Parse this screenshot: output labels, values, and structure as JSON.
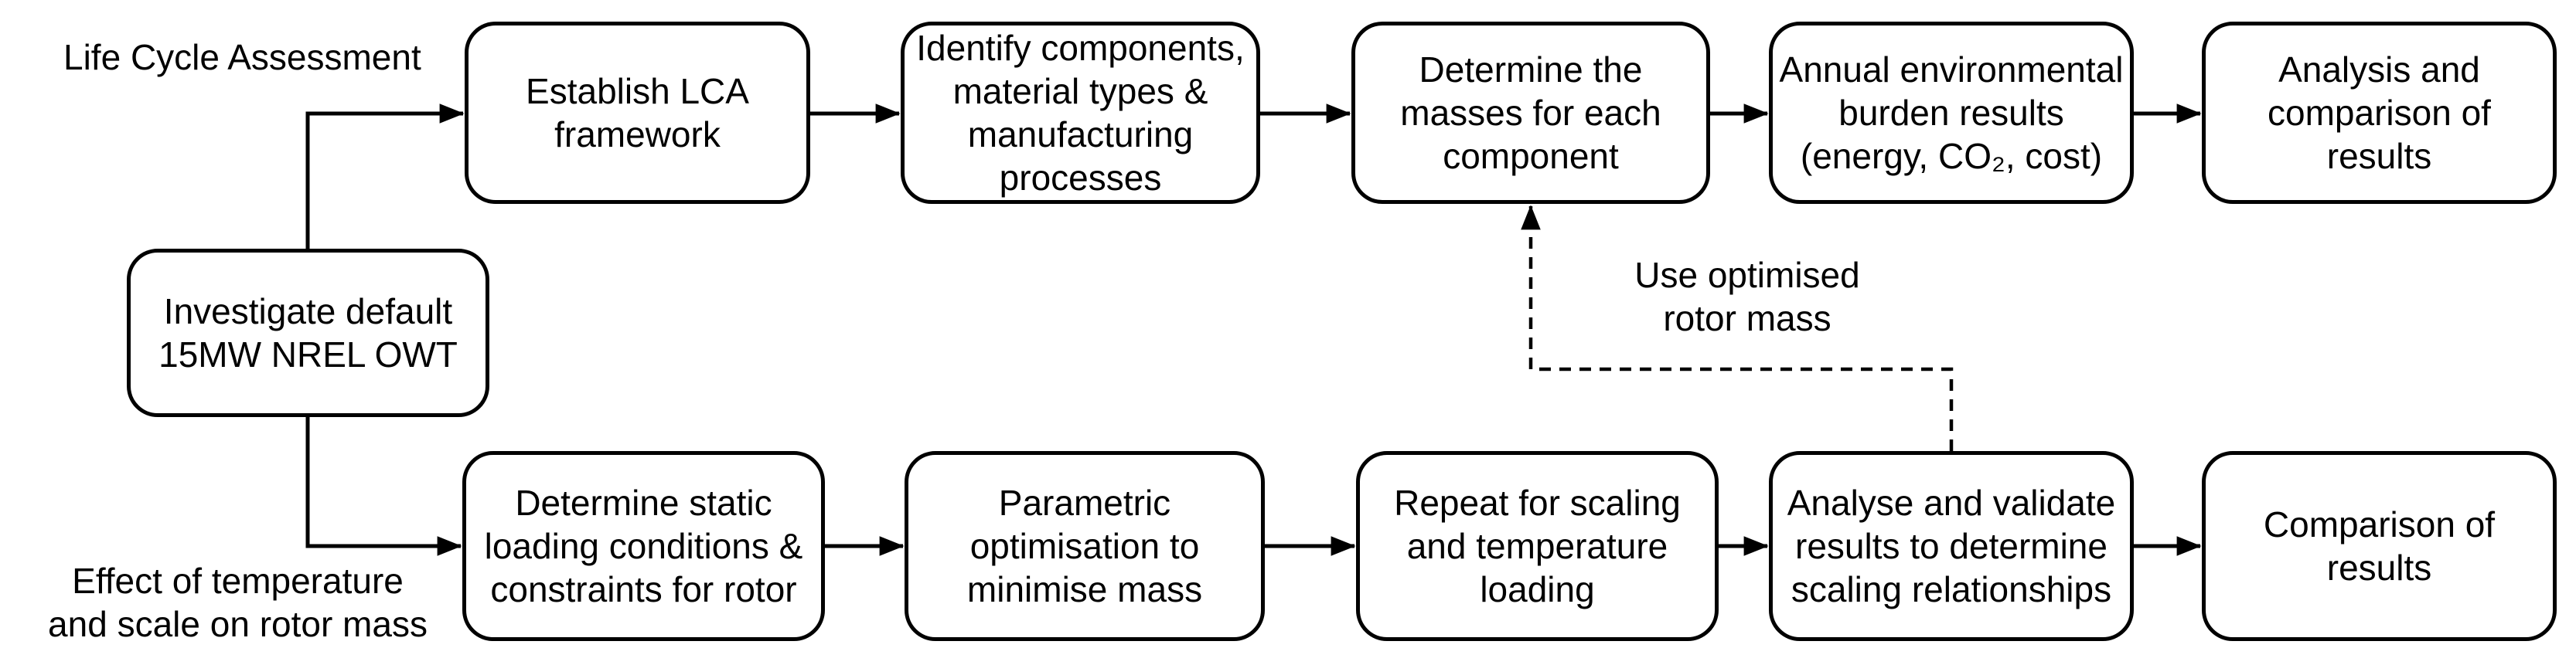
{
  "colors": {
    "background": "#ffffff",
    "ink": "#000000"
  },
  "track_labels": {
    "top": "Life Cycle Assessment",
    "bottom": "Effect of temperature\nand scale on rotor mass"
  },
  "root_node": {
    "label": "Investigate default\n15MW NREL OWT"
  },
  "top_row": {
    "nodes": [
      {
        "label": "Establish LCA\nframework"
      },
      {
        "label": "Identify components,\nmaterial types &\nmanufacturing\nprocesses"
      },
      {
        "label": "Determine the\nmasses for each\ncomponent"
      },
      {
        "label": "Annual environmental\nburden results\n(energy, CO₂, cost)"
      },
      {
        "label": "Analysis and\ncomparison of results"
      }
    ]
  },
  "bottom_row": {
    "nodes": [
      {
        "label": "Determine static\nloading conditions &\nconstraints for rotor"
      },
      {
        "label": "Parametric\noptimisation to\nminimise mass"
      },
      {
        "label": "Repeat for scaling\nand temperature\nloading"
      },
      {
        "label": "Analyse and validate\nresults to determine\nscaling relationships"
      },
      {
        "label": "Comparison of results"
      }
    ]
  },
  "feedback_label": "Use optimised\nrotor mass"
}
